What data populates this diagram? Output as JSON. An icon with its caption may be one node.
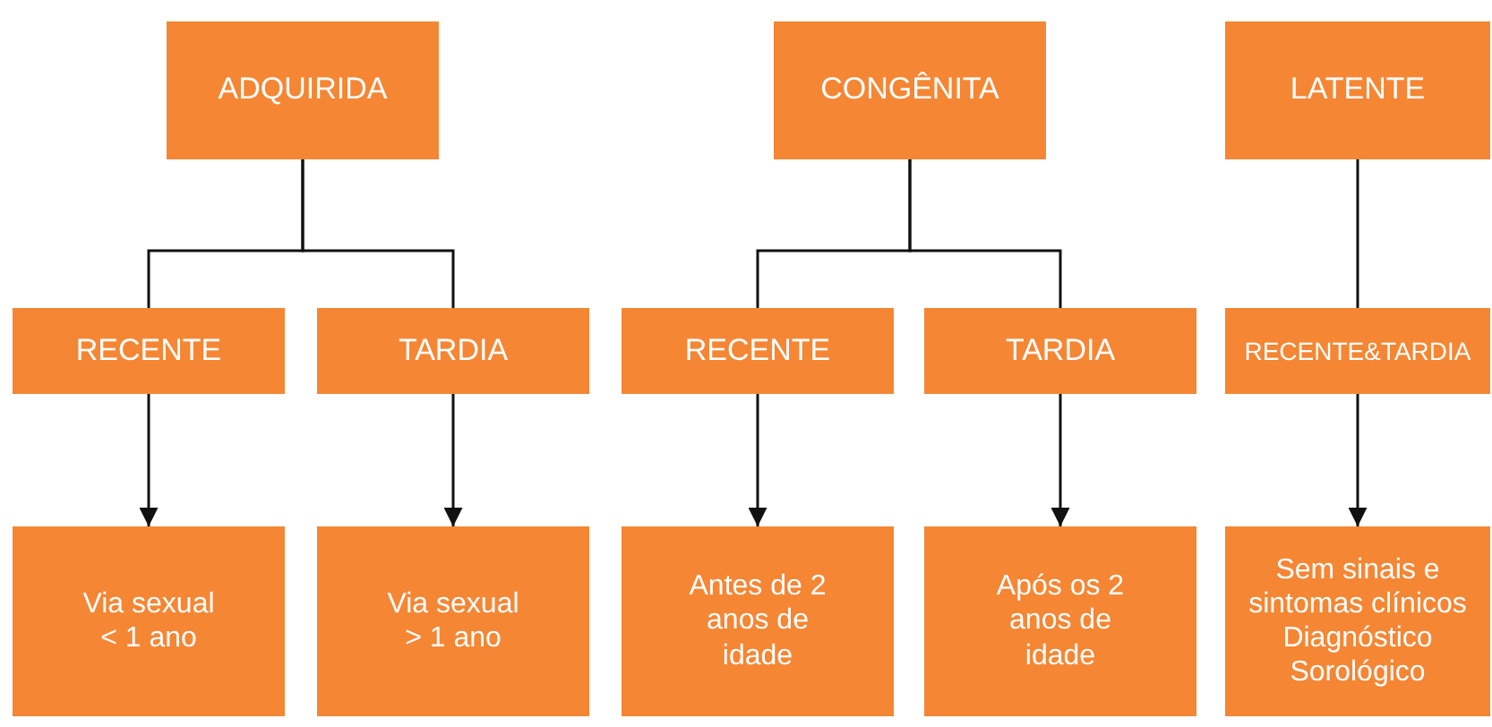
{
  "diagram": {
    "nodes": [
      {
        "text": [
          "ADQUIRIDA"
        ]
      },
      {
        "text": [
          "CONGÊNITA"
        ]
      },
      {
        "text": [
          "LATENTE"
        ]
      },
      {
        "text": [
          "RECENTE"
        ]
      },
      {
        "text": [
          "TARDIA"
        ]
      },
      {
        "text": [
          "RECENTE"
        ]
      },
      {
        "text": [
          "TARDIA"
        ]
      },
      {
        "text": [
          "RECENTE&TARDIA"
        ]
      },
      {
        "text": [
          "Via sexual < 1 ano"
        ]
      },
      {
        "text": [
          "Via sexual > 1 ano"
        ]
      },
      {
        "text": [
          "Antes de 2 anos de idade"
        ]
      },
      {
        "text": [
          "Após os 2 anos de idade"
        ]
      },
      {
        "text": [
          "Sem sinais e sintomas clínicos Diagnóstico Sorológico"
        ]
      }
    ],
    "edges": [
      {
        "from": 0,
        "to": 3,
        "arrow": "none"
      },
      {
        "from": 0,
        "to": 4,
        "arrow": "none"
      },
      {
        "from": 1,
        "to": 5,
        "arrow": "none"
      },
      {
        "from": 1,
        "to": 6,
        "arrow": "none"
      },
      {
        "from": 2,
        "to": 7,
        "arrow": "none"
      },
      {
        "from": 3,
        "to": 8,
        "arrow": "to"
      },
      {
        "from": 4,
        "to": 9,
        "arrow": "to"
      },
      {
        "from": 5,
        "to": 10,
        "arrow": "to"
      },
      {
        "from": 6,
        "to": 11,
        "arrow": "to"
      },
      {
        "from": 7,
        "to": 12,
        "arrow": "to"
      }
    ]
  }
}
